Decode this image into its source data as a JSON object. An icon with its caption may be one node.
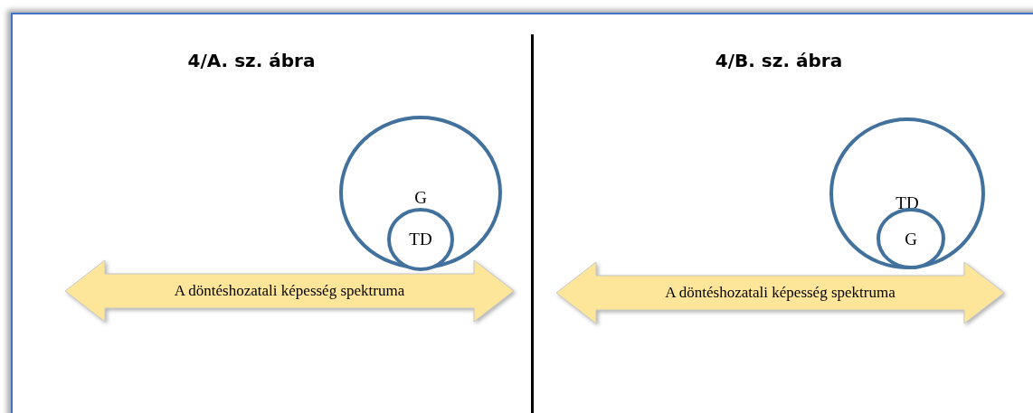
{
  "diagram": {
    "nodes": [
      {
        "text": [
          "G"
        ]
      },
      {
        "text": [
          "TD"
        ],
        "in": 0
      },
      {
        "text": [
          "A döntéshozatali képesség spektruma"
        ]
      },
      {
        "text": [
          "TD"
        ]
      },
      {
        "text": [
          "G"
        ],
        "in": 3
      },
      {
        "text": [
          "A döntéshozatali képesség spektruma"
        ]
      }
    ],
    "labels": [
      "4/A. sz. ábra",
      "4/B. sz. ábra"
    ]
  }
}
